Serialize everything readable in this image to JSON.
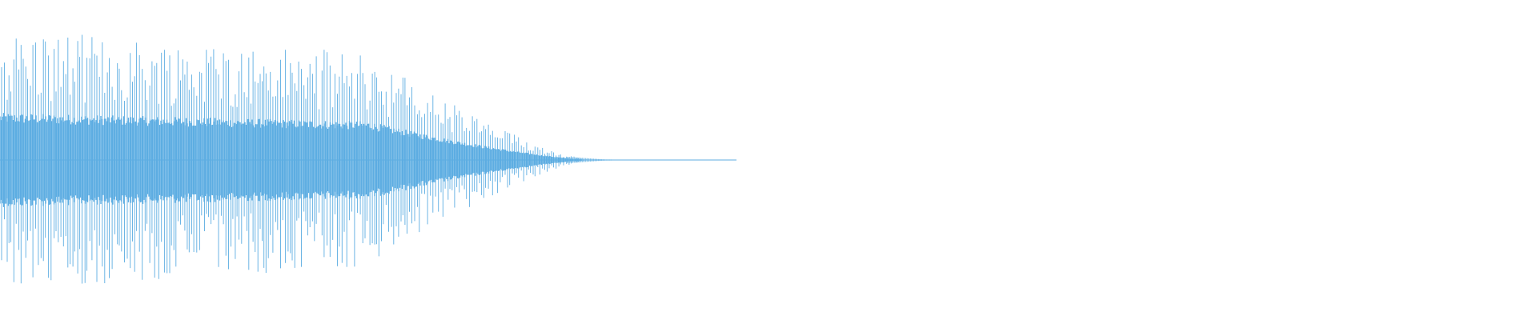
{
  "waveform": {
    "color": "#5dade2",
    "background": "#ffffff",
    "envelope": {
      "peak_amplitude": 0.82,
      "sustain_amplitude": 0.5,
      "decay_end_fraction": 0.385,
      "trail_fraction": 0.48
    }
  }
}
